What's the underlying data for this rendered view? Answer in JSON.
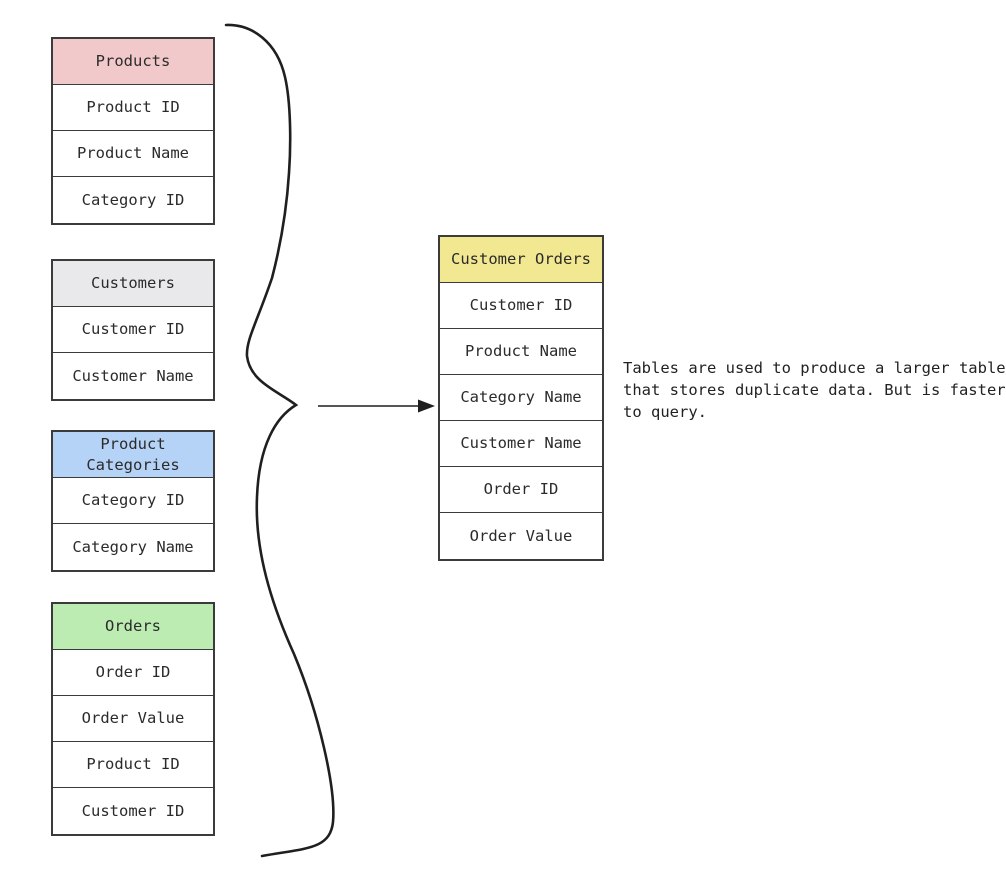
{
  "colors": {
    "border": "#3b3b3b",
    "text": "#2b2b2b",
    "ink": "#1f1f1f"
  },
  "tables": {
    "products": {
      "title": "Products",
      "header_color": "#f2c9cb",
      "rows": [
        "Product ID",
        "Product Name",
        "Category ID"
      ]
    },
    "customers": {
      "title": "Customers",
      "header_color": "#e9e9eb",
      "rows": [
        "Customer ID",
        "Customer Name"
      ]
    },
    "product_categories": {
      "title": "Product Categories",
      "header_color": "#b5d3f7",
      "rows": [
        "Category ID",
        "Category Name"
      ]
    },
    "orders": {
      "title": "Orders",
      "header_color": "#bdecb3",
      "rows": [
        "Order ID",
        "Order Value",
        "Product ID",
        "Customer ID"
      ]
    },
    "customer_orders": {
      "title": "Customer Orders",
      "header_color": "#f2e891",
      "rows": [
        "Customer ID",
        "Product Name",
        "Category Name",
        "Customer Name",
        "Order ID",
        "Order Value"
      ]
    }
  },
  "icons": {
    "brace": "curly-brace-icon",
    "arrow": "right-arrow-icon"
  },
  "note": {
    "text": "Tables are used to produce a larger table\nthat stores duplicate data. But is faster\nto query."
  }
}
